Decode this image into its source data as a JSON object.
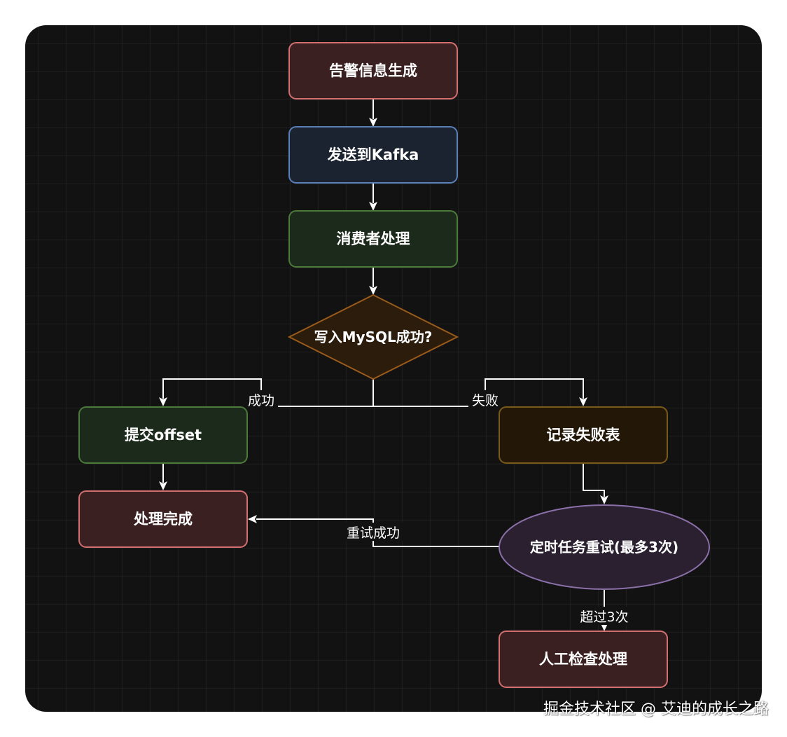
{
  "colors": {
    "canvas": "#121212",
    "grid": "#262626",
    "edge": "#ffffff",
    "label_bg": "#121212"
  },
  "nodes": {
    "alert": {
      "label": "告警信息生成",
      "fill": "#3b2021",
      "stroke": "#d36f6f"
    },
    "kafka": {
      "label": "发送到Kafka",
      "fill": "#1b2330",
      "stroke": "#5b7fb8"
    },
    "consumer": {
      "label": "消费者处理",
      "fill": "#1b2a1a",
      "stroke": "#4c7a3a"
    },
    "decision": {
      "label": "写入MySQL成功?",
      "fill": "#2b1c0c",
      "stroke": "#9a5a1a"
    },
    "commit": {
      "label": "提交offset",
      "fill": "#1b2a1a",
      "stroke": "#4c7a3a"
    },
    "fail_table": {
      "label": "记录失败表",
      "fill": "#231808",
      "stroke": "#7a5a1a"
    },
    "done": {
      "label": "处理完成",
      "fill": "#3b2021",
      "stroke": "#d36f6f"
    },
    "retry": {
      "label": "定时任务重试(最多3次)",
      "fill": "#2a2030",
      "stroke": "#8a6fa8"
    },
    "manual": {
      "label": "人工检查处理",
      "fill": "#3b2021",
      "stroke": "#d36f6f"
    }
  },
  "edges": {
    "success": "成功",
    "failure": "失败",
    "retry_success": "重试成功",
    "over_three": "超过3次"
  },
  "watermark": "掘金技术社区 @ 艾迪的成长之路"
}
